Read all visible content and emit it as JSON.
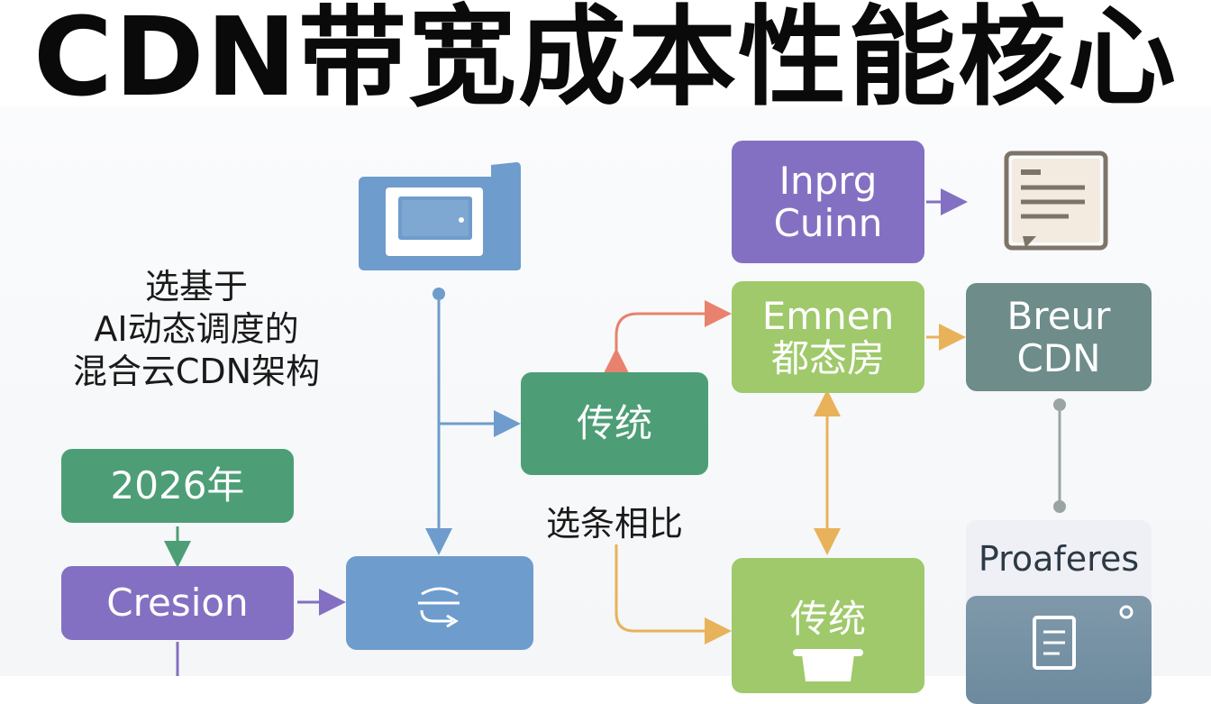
{
  "title": "CDN带宽成本性能核心",
  "side_label": {
    "lines": [
      "选基于",
      "AI动态调度的",
      "混合云CDN架构"
    ]
  },
  "nodes": {
    "year": "2026年",
    "cresion": "Cresion",
    "trad_mid": "传统",
    "compare_label": "选条相比",
    "inprg": [
      "Inprg",
      "Cuinn"
    ],
    "emnen": [
      "Emnen",
      "都态房"
    ],
    "breur": [
      "Breur",
      "CDN"
    ],
    "trad_bottom": "传统",
    "proaferes": "Proaferes"
  },
  "colors": {
    "green": "#4d9e76",
    "purple": "#8470c2",
    "blue": "#6e9ccc",
    "lime": "#9fc96a",
    "slate": "#6d8c8a",
    "arrow_red": "#e8826e",
    "arrow_orange": "#e8b25a",
    "arrow_blue": "#6e9ccc",
    "arrow_purple": "#8470c2",
    "arrow_green": "#4d9e76",
    "connector_gray": "#9aa5a3"
  },
  "icons": [
    "monitor-icon",
    "document-icon",
    "logo-glyph-icon",
    "phone-icon",
    "dot-icon"
  ]
}
